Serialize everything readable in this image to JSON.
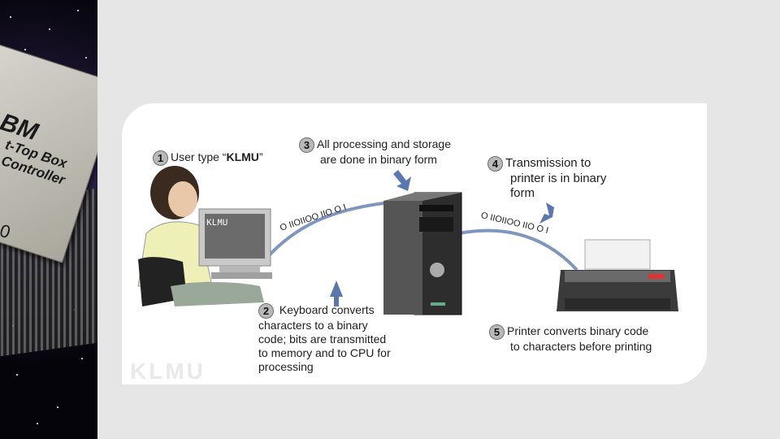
{
  "background": {
    "panel_color": "#e6e6e6",
    "card_color": "#ffffff"
  },
  "chip_image": {
    "brand": "BM",
    "line1": "t-Top Box",
    "line2": "Controller",
    "line3": "0"
  },
  "diagram": {
    "step1": {
      "number": "1",
      "text": "User type “",
      "bold": "KLMU",
      "suffix": "”"
    },
    "step2": {
      "number": "2",
      "lines": [
        "Keyboard converts",
        "characters to a binary",
        "code; bits are transmitted",
        "to memory and to CPU for",
        "processing"
      ]
    },
    "step3": {
      "number": "3",
      "lines": [
        "All processing and storage",
        "are done in binary form"
      ]
    },
    "step4": {
      "number": "4",
      "lines": [
        "Transmission to",
        "printer is in binary",
        "form"
      ]
    },
    "step5": {
      "number": "5",
      "lines": [
        "Printer converts binary code",
        "to characters before printing"
      ]
    },
    "screen_text": "KLMU",
    "binary_left": "O IIOIIOO IIO O I",
    "binary_right": "O IIOIIOO IIO O I",
    "watermark": "KLMU"
  },
  "colors": {
    "wire": "#7f96bf",
    "arrow": "#5b77b0",
    "badge": "#b9b9b9"
  }
}
